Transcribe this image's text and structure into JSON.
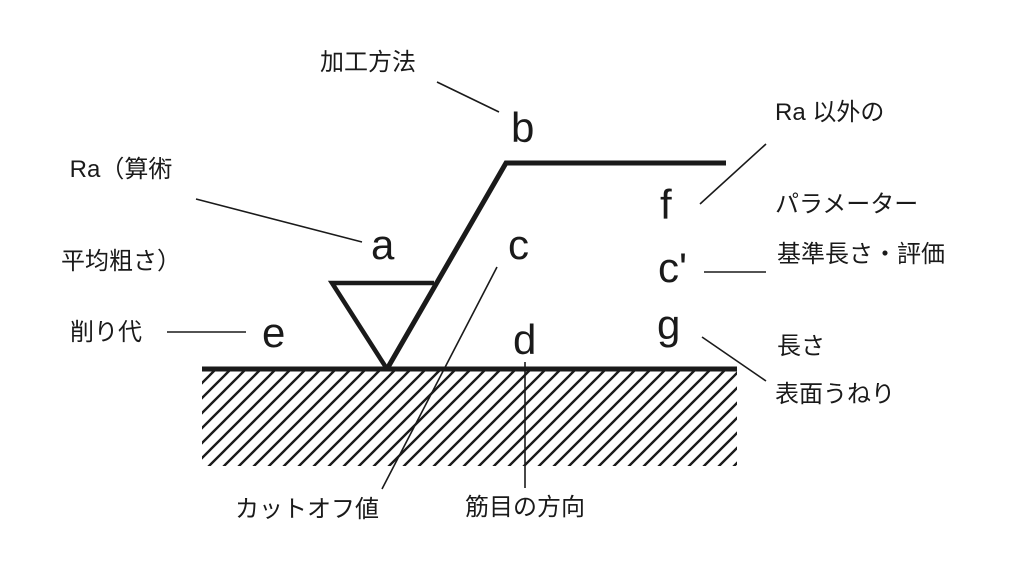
{
  "colors": {
    "ink": "#1a1a1a",
    "background": "#ffffff"
  },
  "markers": {
    "a": "a",
    "b": "b",
    "c": "c",
    "c_prime": "c'",
    "d": "d",
    "e": "e",
    "f": "f",
    "g": "g"
  },
  "labels": {
    "machining_method": "加工方法",
    "ra_roughness_line1": "Ra（算術",
    "ra_roughness_line2": "平均粗さ）",
    "machining_allowance": "削り代",
    "non_ra_parameters_line1": "Ra 以外の",
    "non_ra_parameters_line2": "パラメーター",
    "reference_length_line1": "基準長さ・評価",
    "reference_length_line2": "長さ",
    "surface_waviness": "表面うねり",
    "cutoff_value": "カットオフ値",
    "lay_direction": "筋目の方向"
  },
  "annotations_map": [
    {
      "marker": "b",
      "meaning": "加工方法"
    },
    {
      "marker": "a",
      "meaning": "Ra（算術平均粗さ）"
    },
    {
      "marker": "e",
      "meaning": "削り代"
    },
    {
      "marker": "f",
      "meaning": "Ra 以外のパラメーター"
    },
    {
      "marker": "c'",
      "meaning": "基準長さ・評価長さ"
    },
    {
      "marker": "g",
      "meaning": "表面うねり"
    },
    {
      "marker": "c",
      "meaning": "カットオフ値"
    },
    {
      "marker": "d",
      "meaning": "筋目の方向"
    }
  ]
}
